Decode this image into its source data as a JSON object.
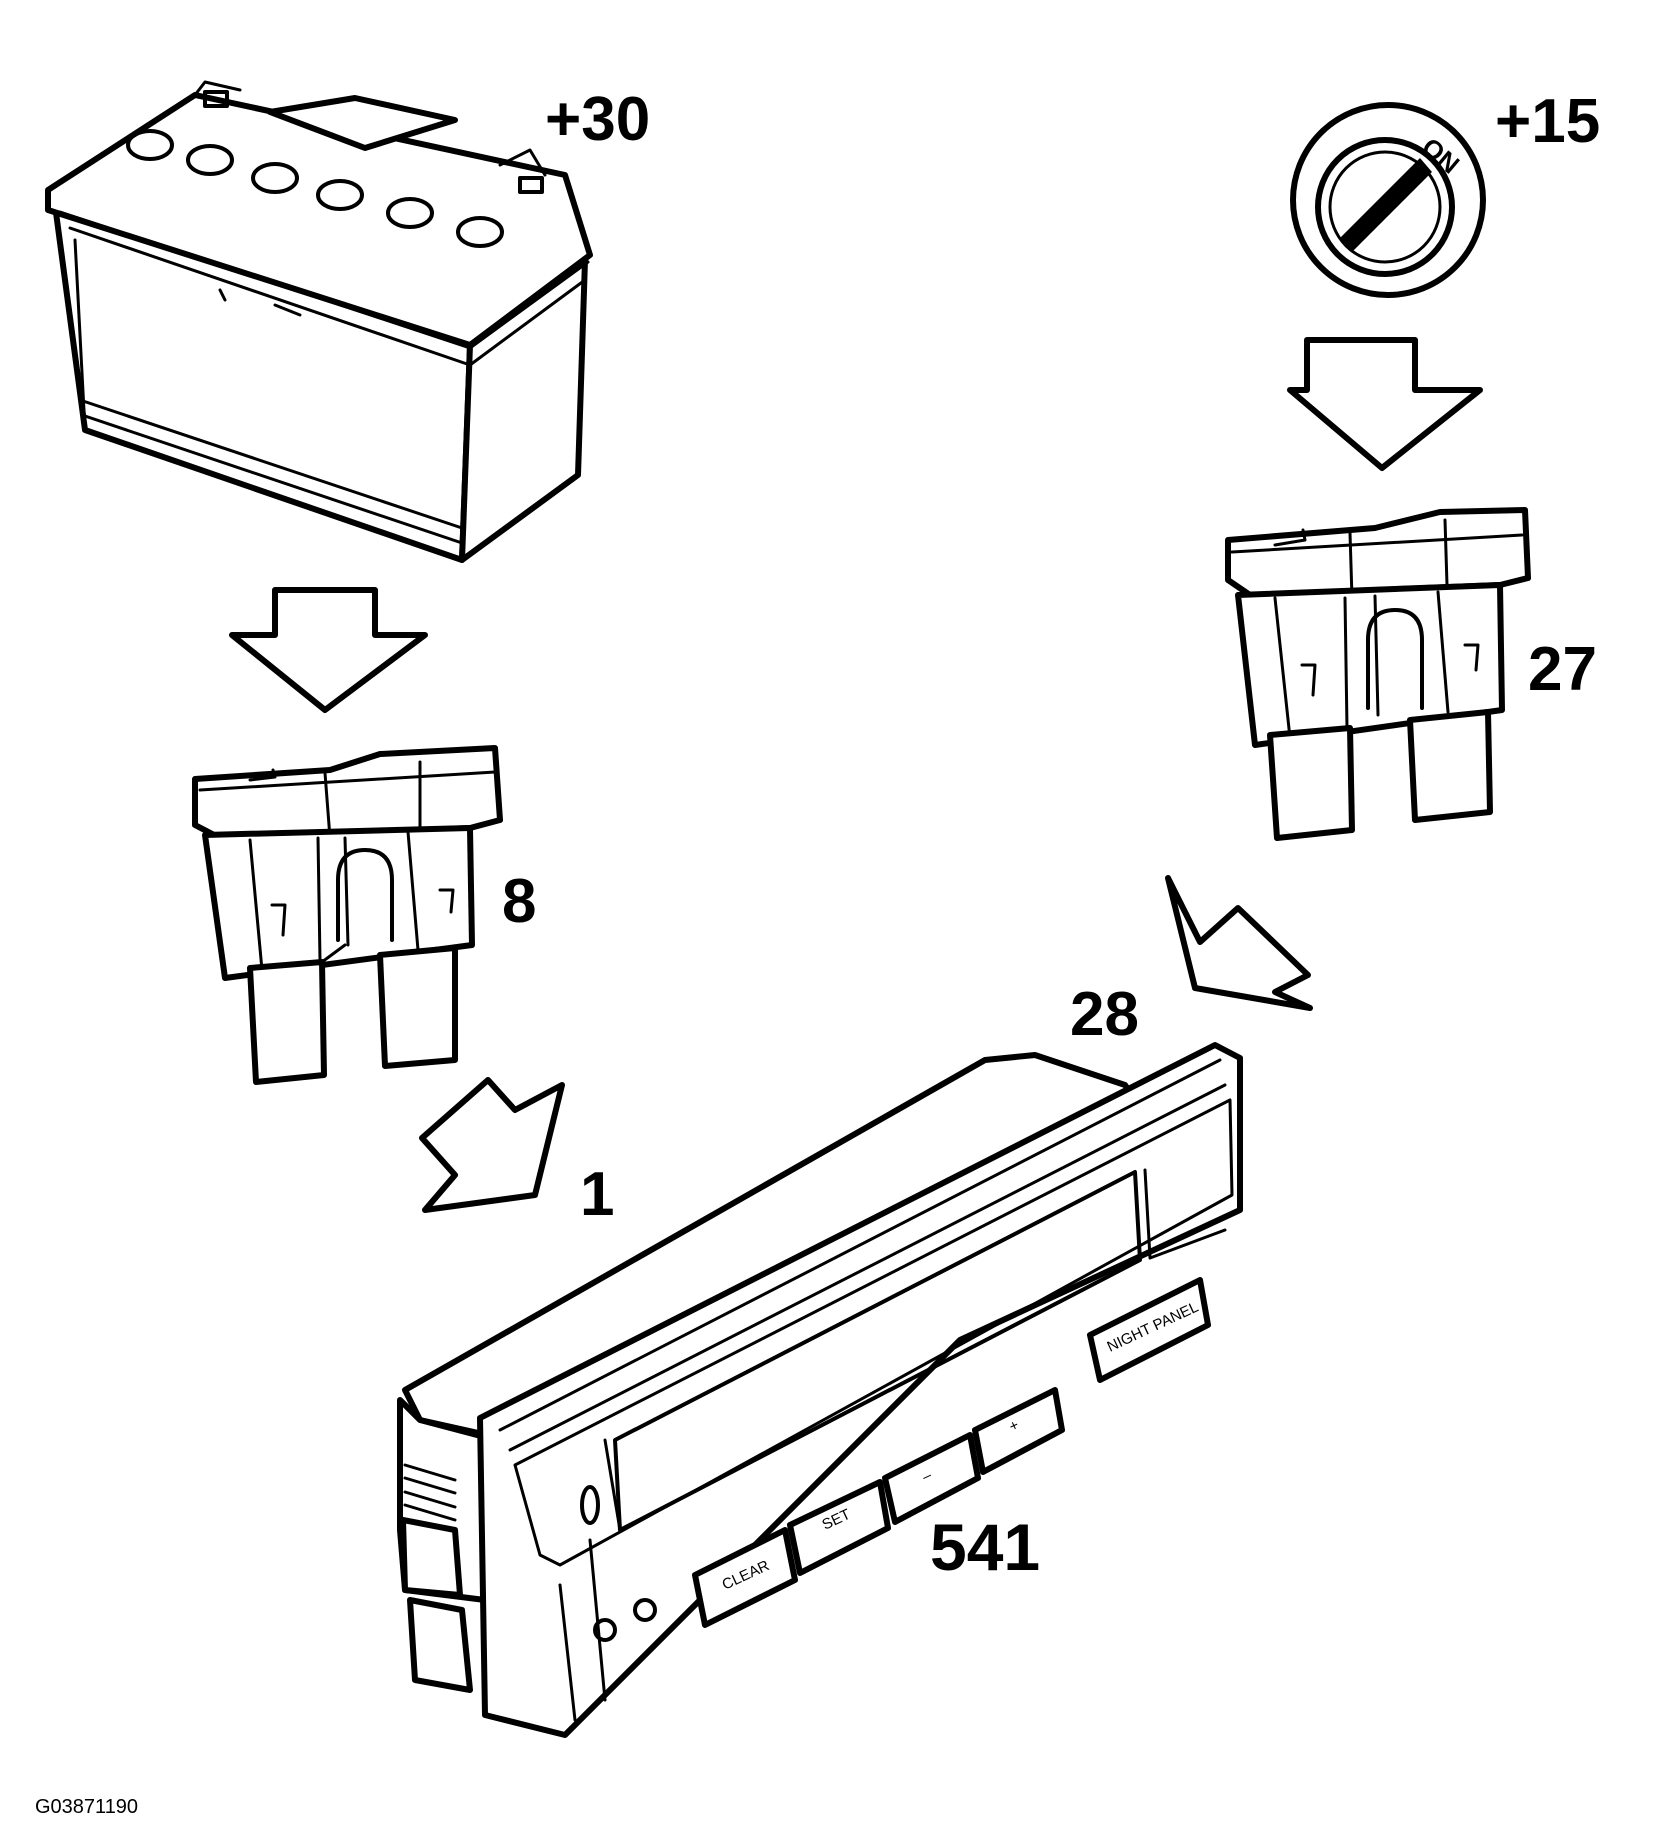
{
  "labels": {
    "battery_terminal": "+30",
    "ignition_terminal": "+15",
    "fuse_left": "8",
    "fuse_right": "27",
    "connector_pin_left": "1",
    "connector_pin_right": "28",
    "module": "541",
    "figure_id": "G03871190"
  },
  "ignition": {
    "on_text": "ON"
  },
  "module_buttons": {
    "clear": "CLEAR",
    "set": "SET",
    "minus": "–",
    "plus": "+",
    "night_panel": "NIGHT PANEL"
  },
  "colors": {
    "line": "#000000",
    "background": "#ffffff"
  }
}
